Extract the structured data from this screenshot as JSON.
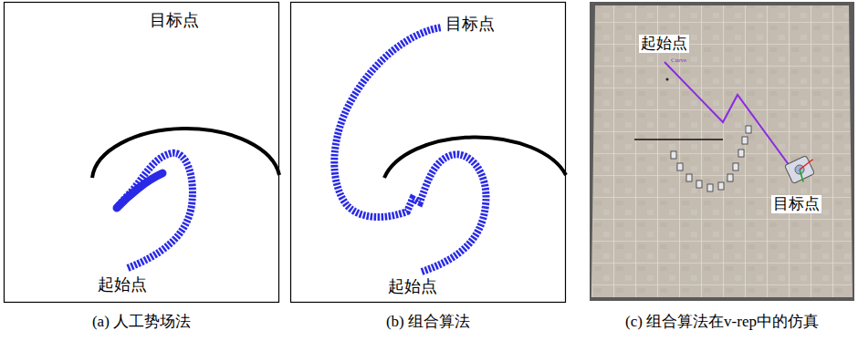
{
  "diagram": {
    "labels": [
      "目标点",
      "起始点",
      "目标点",
      "起始点",
      "起始点",
      "Curve",
      "目标点",
      "(a) 人工势场法",
      "(b) 组合算法",
      "(c) 组合算法在v-rep中的仿真"
    ]
  }
}
